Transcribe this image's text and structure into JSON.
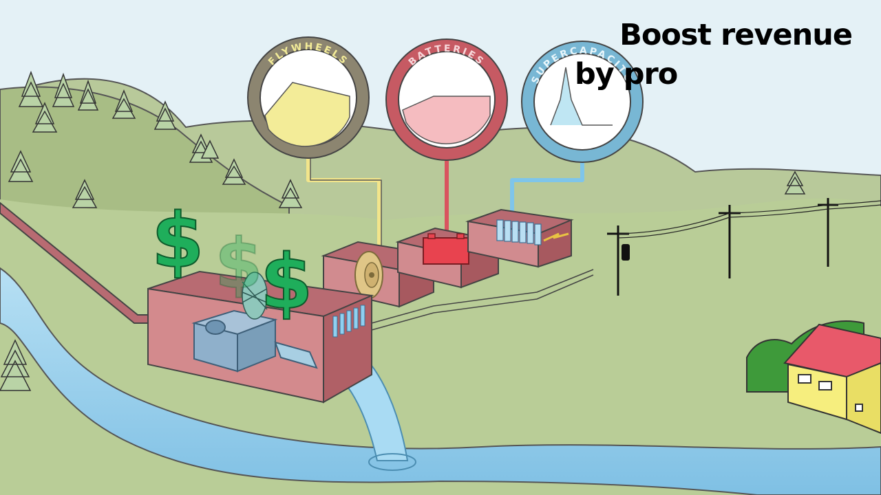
{
  "caption": {
    "line1": "Boost revenue",
    "line2": "by pro"
  },
  "gauges": [
    {
      "id": "flywheels",
      "label": "FLYWHEELS",
      "color": "#f3ec98",
      "ring": "#8c8570"
    },
    {
      "id": "batteries",
      "label": "BATTERIES",
      "color": "#f5bcc0",
      "ring": "#c65a63"
    },
    {
      "id": "supercapacitors",
      "label": "SUPERCAPACITO",
      "color": "#bfe6f3",
      "ring": "#78b7d4"
    }
  ],
  "colors": {
    "sky": "#e4f1f6",
    "hill_far": "#b8c99a",
    "hill_mid": "#a9bf86",
    "ground": "#bcd09c",
    "powerhouse": "#d38a8d",
    "river": "#8fc8e8",
    "dollar": "#1fae5b",
    "house_wall": "#f6ee7e",
    "house_roof": "#e8596a"
  },
  "icons": [
    "dollar-sign-icon",
    "pine-tree-icon",
    "utility-pole-icon",
    "flywheel-icon",
    "car-battery-icon",
    "supercapacitor-cells-icon",
    "turbine-icon",
    "house-icon"
  ]
}
